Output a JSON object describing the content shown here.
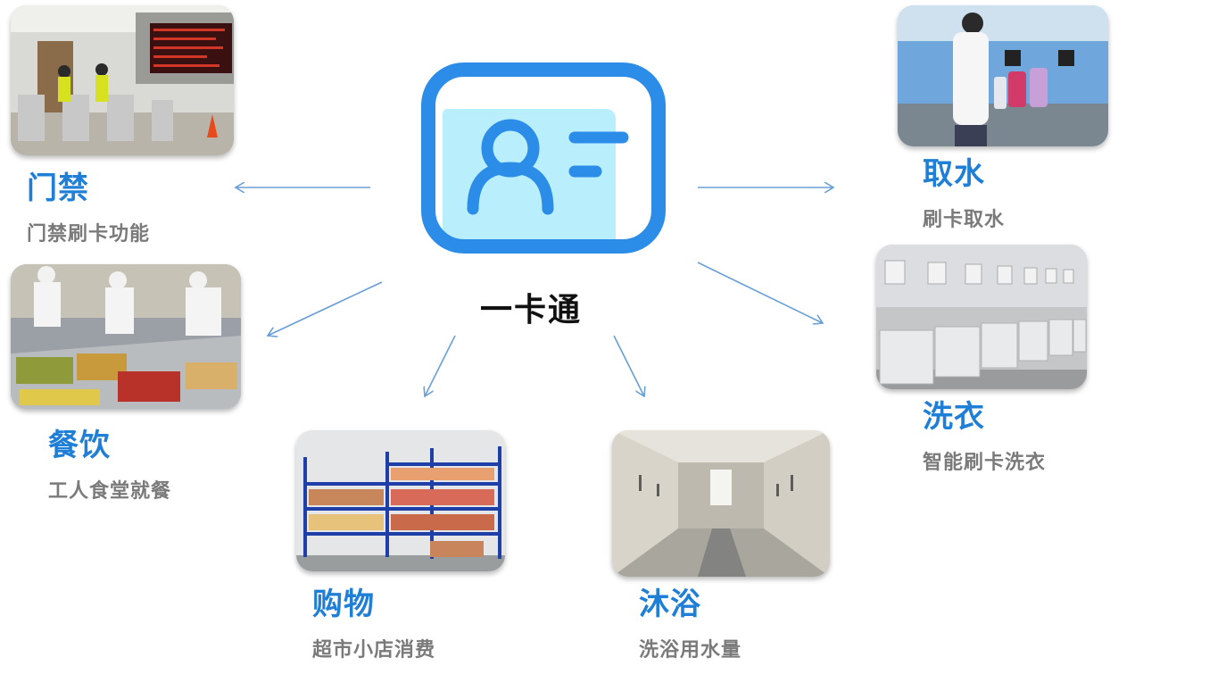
{
  "center": {
    "label": "一卡通",
    "icon": "id-card-icon",
    "color": "#2b8de8",
    "fill": "#b9eefc"
  },
  "arrow_color": "#6a9fd6",
  "nodes": [
    {
      "key": "access",
      "title": "门禁",
      "subtitle": "门禁刷卡功能",
      "photo": "turnstile-gate-photo"
    },
    {
      "key": "catering",
      "title": "餐饮",
      "subtitle": "工人食堂就餐",
      "photo": "canteen-buffet-photo"
    },
    {
      "key": "shopping",
      "title": "购物",
      "subtitle": "超市小店消费",
      "photo": "store-shelves-photo"
    },
    {
      "key": "bathing",
      "title": "沐浴",
      "subtitle": "洗浴用水量",
      "photo": "shower-room-photo"
    },
    {
      "key": "water",
      "title": "取水",
      "subtitle": "刷卡取水",
      "photo": "water-dispenser-photo"
    },
    {
      "key": "laundry",
      "title": "洗衣",
      "subtitle": "智能刷卡洗衣",
      "photo": "washing-machines-photo"
    }
  ],
  "colors": {
    "title": "#1f7fd6",
    "subtitle": "#7a7a7a"
  }
}
